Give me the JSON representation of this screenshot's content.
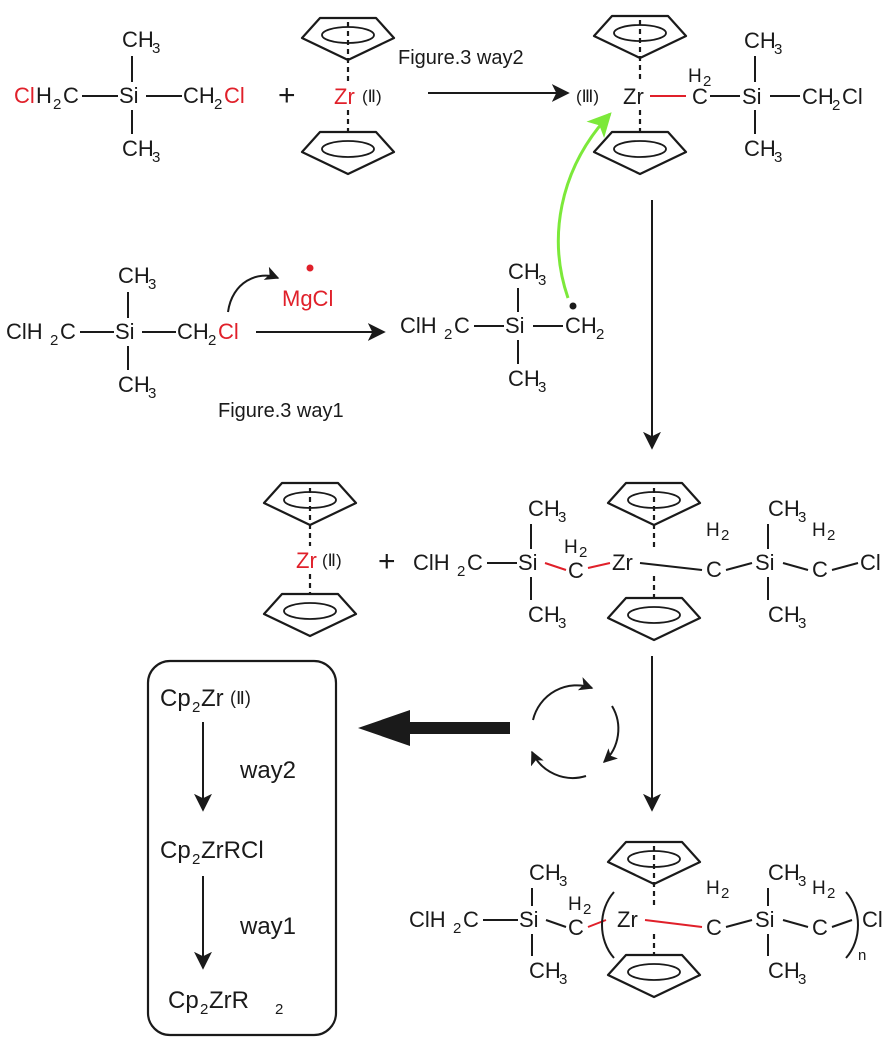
{
  "colors": {
    "heteroatom": "#e0202a",
    "radical_arrow": "#7ce93a",
    "ink": "#1a1a1a"
  },
  "labels": {
    "way2_caption": "Figure.3 way2",
    "way1_caption": "Figure.3 way1",
    "mgcl": "MgCl",
    "ox_II": "(Ⅱ)",
    "ox_III": "(Ⅲ)"
  },
  "atoms": {
    "zr": "Zr",
    "si": "Si",
    "cl": "Cl",
    "ch3": "CH",
    "three": "3",
    "ch2": "CH",
    "two": "2",
    "c": "C",
    "h2": "H",
    "clh2c": "ClH",
    "c_tail": "C",
    "h": "H",
    "n": "n",
    "plus": "+"
  },
  "box": {
    "line1_cp": "Cp",
    "line1_rest": "Zr",
    "line1_ox": "(Ⅱ)",
    "step1": "way2",
    "line2_cp": "Cp",
    "line2_rest": "ZrRCl",
    "step2": "way1",
    "line3_cp": "Cp",
    "line3_rest": "ZrR",
    "sub2": "2"
  }
}
